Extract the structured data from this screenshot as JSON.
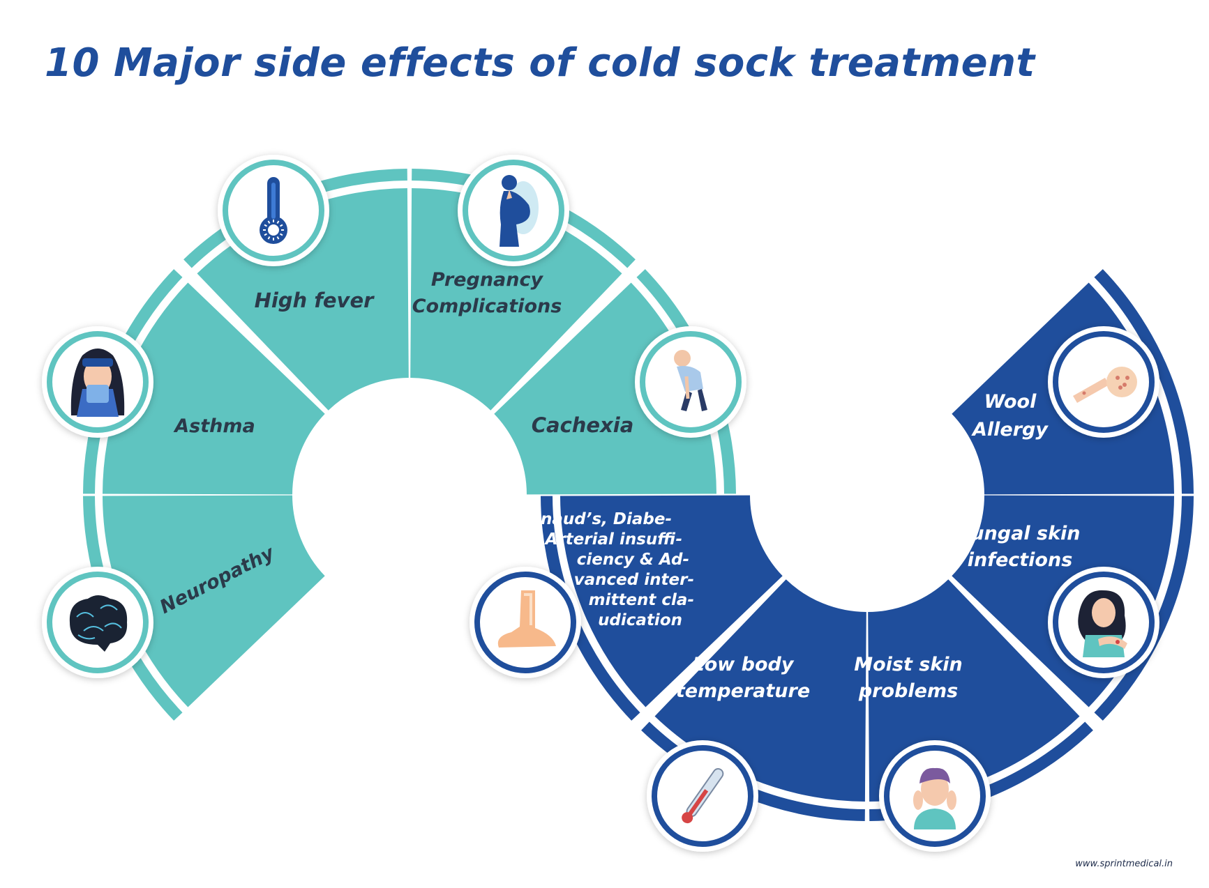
{
  "title": "10 Major side effects of cold sock treatment",
  "footer": "www.sprintmedical.in",
  "colors": {
    "title": "#1f4e9c",
    "teal": "#5fc4c0",
    "blue": "#1f4e9c",
    "dark_text": "#2b3a4a",
    "white_text": "#ffffff"
  },
  "effects": [
    {
      "id": "high-fever",
      "lines": [
        "High fever"
      ],
      "icon": "thermometer-icon",
      "group": "teal"
    },
    {
      "id": "pregnancy",
      "lines": [
        "Pregnancy",
        "Complications"
      ],
      "icon": "pregnant-woman-icon",
      "group": "teal"
    },
    {
      "id": "asthma",
      "lines": [
        "Asthma"
      ],
      "icon": "sneezing-woman-icon",
      "group": "teal"
    },
    {
      "id": "cachexia",
      "lines": [
        "Cachexia"
      ],
      "icon": "weak-elderly-man-icon",
      "group": "teal"
    },
    {
      "id": "neuropathy",
      "lines": [
        "Neuropathy"
      ],
      "icon": "brain-icon",
      "group": "teal"
    },
    {
      "id": "raynauds",
      "lines": [
        "Raynaud’s, Diabe-",
        "tes, Arterial insuffi-",
        "ciency & Ad-",
        "vanced inter-",
        "mittent cla-",
        "udication"
      ],
      "icon": "foot-icon",
      "group": "blue"
    },
    {
      "id": "low-temp",
      "lines": [
        "Low body",
        "temperature"
      ],
      "icon": "glass-thermometer-icon",
      "group": "blue"
    },
    {
      "id": "moist-skin",
      "lines": [
        "Moist skin",
        "problems"
      ],
      "icon": "worried-person-icon",
      "group": "blue"
    },
    {
      "id": "fungal",
      "lines": [
        "Fungal skin",
        "infections"
      ],
      "icon": "itching-woman-icon",
      "group": "blue"
    },
    {
      "id": "wool-allergy",
      "lines": [
        "Wool",
        "Allergy"
      ],
      "icon": "skin-rash-icon",
      "group": "blue"
    }
  ]
}
